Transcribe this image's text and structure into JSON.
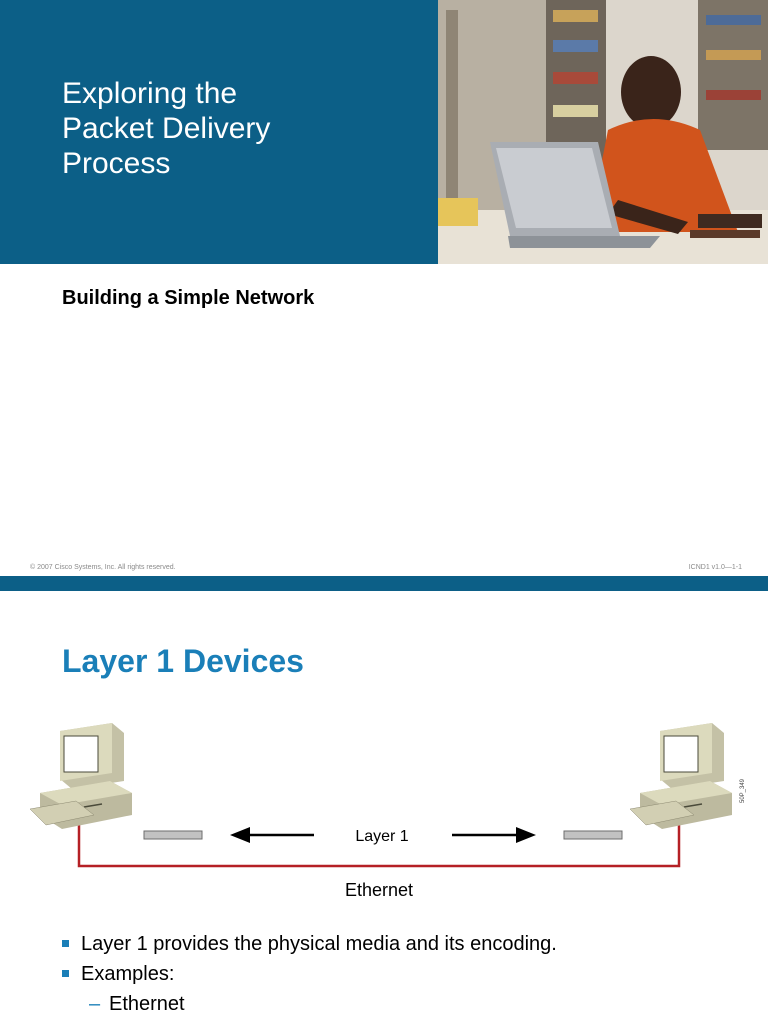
{
  "slide1": {
    "title": "Exploring the\nPacket Delivery\nProcess",
    "subtitle": "Building a Simple Network",
    "footer_left": "© 2007 Cisco Systems, Inc. All rights reserved.",
    "footer_right": "ICND1 v1.0—1-1"
  },
  "slide2": {
    "title": "Layer 1 Devices",
    "diagram": {
      "center_label": "Layer 1",
      "link_label": "Ethernet",
      "figure_id": "50P_349"
    },
    "bullets": [
      "Layer 1 provides the physical media and its encoding.",
      "Examples:"
    ],
    "sub_bullets": [
      "Ethernet"
    ]
  },
  "colors": {
    "brand_blue": "#0c5f87",
    "heading_blue": "#1a7fb8",
    "cable_red": "#b52025"
  }
}
